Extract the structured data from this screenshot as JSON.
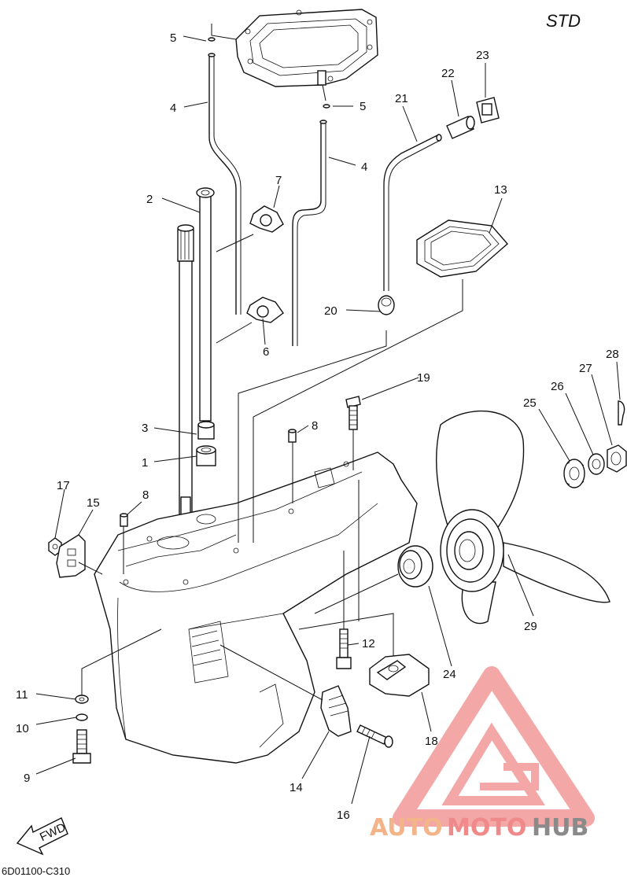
{
  "diagram": {
    "variant_label": "STD",
    "drawing_code": "6D01100-C310",
    "fwd_arrow_label": "FWD",
    "callouts": {
      "c1": "1",
      "c2": "2",
      "c3": "3",
      "c4a": "4",
      "c4b": "4",
      "c5a": "5",
      "c5b": "5",
      "c6": "6",
      "c7": "7",
      "c8a": "8",
      "c8b": "8",
      "c9": "9",
      "c10": "10",
      "c11": "11",
      "c12": "12",
      "c13": "13",
      "c14": "14",
      "c15": "15",
      "c16": "16",
      "c17": "17",
      "c18": "18",
      "c19": "19",
      "c20": "20",
      "c21": "21",
      "c22": "22",
      "c23": "23",
      "c24": "24",
      "c25": "25",
      "c26": "26",
      "c27": "27",
      "c28": "28",
      "c29": "29"
    }
  },
  "watermark": {
    "text_part1": "AUTO",
    "text_part2": "MOTO",
    "text_part3": "HUB",
    "color_primary": "#f08a8a",
    "color_secondary": "#f3b48a",
    "color_dark": "#8a8a8a"
  }
}
